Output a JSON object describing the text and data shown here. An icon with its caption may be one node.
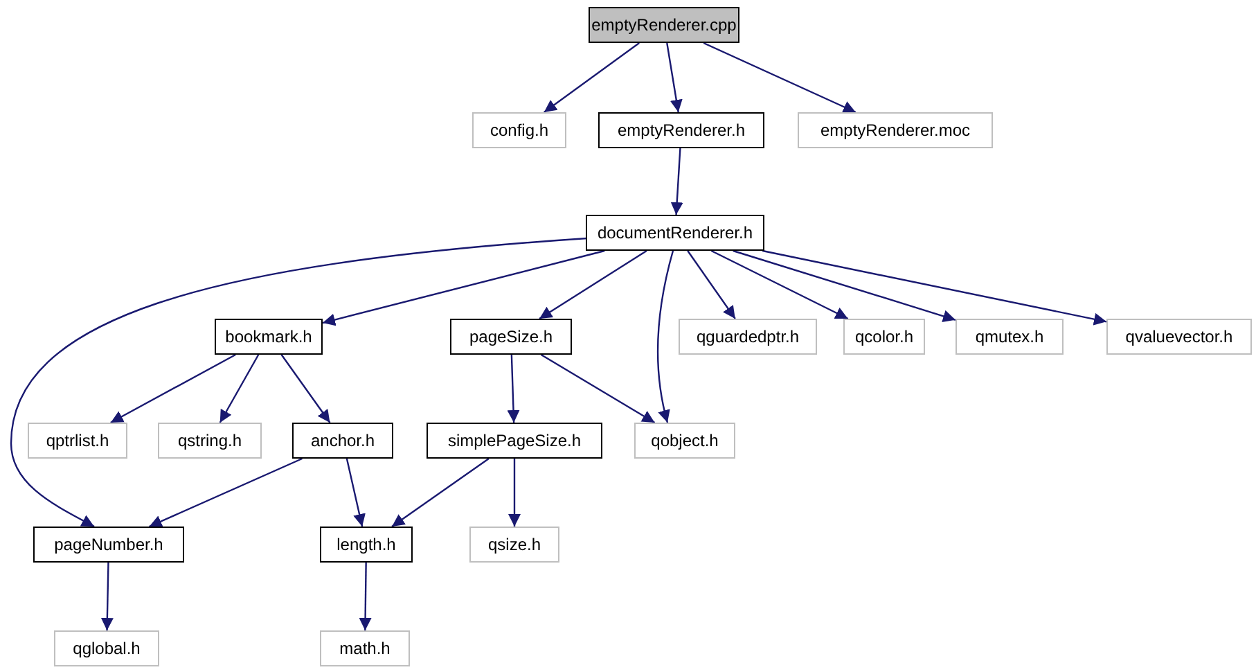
{
  "diagram": {
    "nodes": [
      {
        "text": [
          "emptyRenderer.cpp"
        ]
      },
      {
        "text": [
          "config.h"
        ]
      },
      {
        "text": [
          "emptyRenderer.h"
        ]
      },
      {
        "text": [
          "emptyRenderer.moc"
        ]
      },
      {
        "text": [
          "documentRenderer.h"
        ]
      },
      {
        "text": [
          "bookmark.h"
        ]
      },
      {
        "text": [
          "pageSize.h"
        ]
      },
      {
        "text": [
          "qguardedptr.h"
        ]
      },
      {
        "text": [
          "qcolor.h"
        ]
      },
      {
        "text": [
          "qmutex.h"
        ]
      },
      {
        "text": [
          "qvaluevector.h"
        ]
      },
      {
        "text": [
          "qptrlist.h"
        ]
      },
      {
        "text": [
          "qstring.h"
        ]
      },
      {
        "text": [
          "anchor.h"
        ]
      },
      {
        "text": [
          "simplePageSize.h"
        ]
      },
      {
        "text": [
          "qobject.h"
        ]
      },
      {
        "text": [
          "pageNumber.h"
        ]
      },
      {
        "text": [
          "length.h"
        ]
      },
      {
        "text": [
          "qsize.h"
        ]
      },
      {
        "text": [
          "qglobal.h"
        ]
      },
      {
        "text": [
          "math.h"
        ]
      }
    ],
    "edges": [
      {
        "from": 0,
        "to": 1,
        "arrow": "to"
      },
      {
        "from": 0,
        "to": 2,
        "arrow": "to"
      },
      {
        "from": 0,
        "to": 3,
        "arrow": "to"
      },
      {
        "from": 2,
        "to": 4,
        "arrow": "to"
      },
      {
        "from": 4,
        "to": 16,
        "arrow": "to"
      },
      {
        "from": 4,
        "to": 5,
        "arrow": "to"
      },
      {
        "from": 4,
        "to": 6,
        "arrow": "to"
      },
      {
        "from": 4,
        "to": 15,
        "arrow": "to"
      },
      {
        "from": 4,
        "to": 7,
        "arrow": "to"
      },
      {
        "from": 4,
        "to": 8,
        "arrow": "to"
      },
      {
        "from": 4,
        "to": 9,
        "arrow": "to"
      },
      {
        "from": 4,
        "to": 10,
        "arrow": "to"
      },
      {
        "from": 5,
        "to": 11,
        "arrow": "to"
      },
      {
        "from": 5,
        "to": 12,
        "arrow": "to"
      },
      {
        "from": 5,
        "to": 13,
        "arrow": "to"
      },
      {
        "from": 6,
        "to": 14,
        "arrow": "to"
      },
      {
        "from": 6,
        "to": 15,
        "arrow": "to"
      },
      {
        "from": 13,
        "to": 16,
        "arrow": "to"
      },
      {
        "from": 13,
        "to": 17,
        "arrow": "to"
      },
      {
        "from": 14,
        "to": 17,
        "arrow": "to"
      },
      {
        "from": 14,
        "to": 18,
        "arrow": "to"
      },
      {
        "from": 16,
        "to": 19,
        "arrow": "to"
      },
      {
        "from": 17,
        "to": 20,
        "arrow": "to"
      }
    ]
  }
}
